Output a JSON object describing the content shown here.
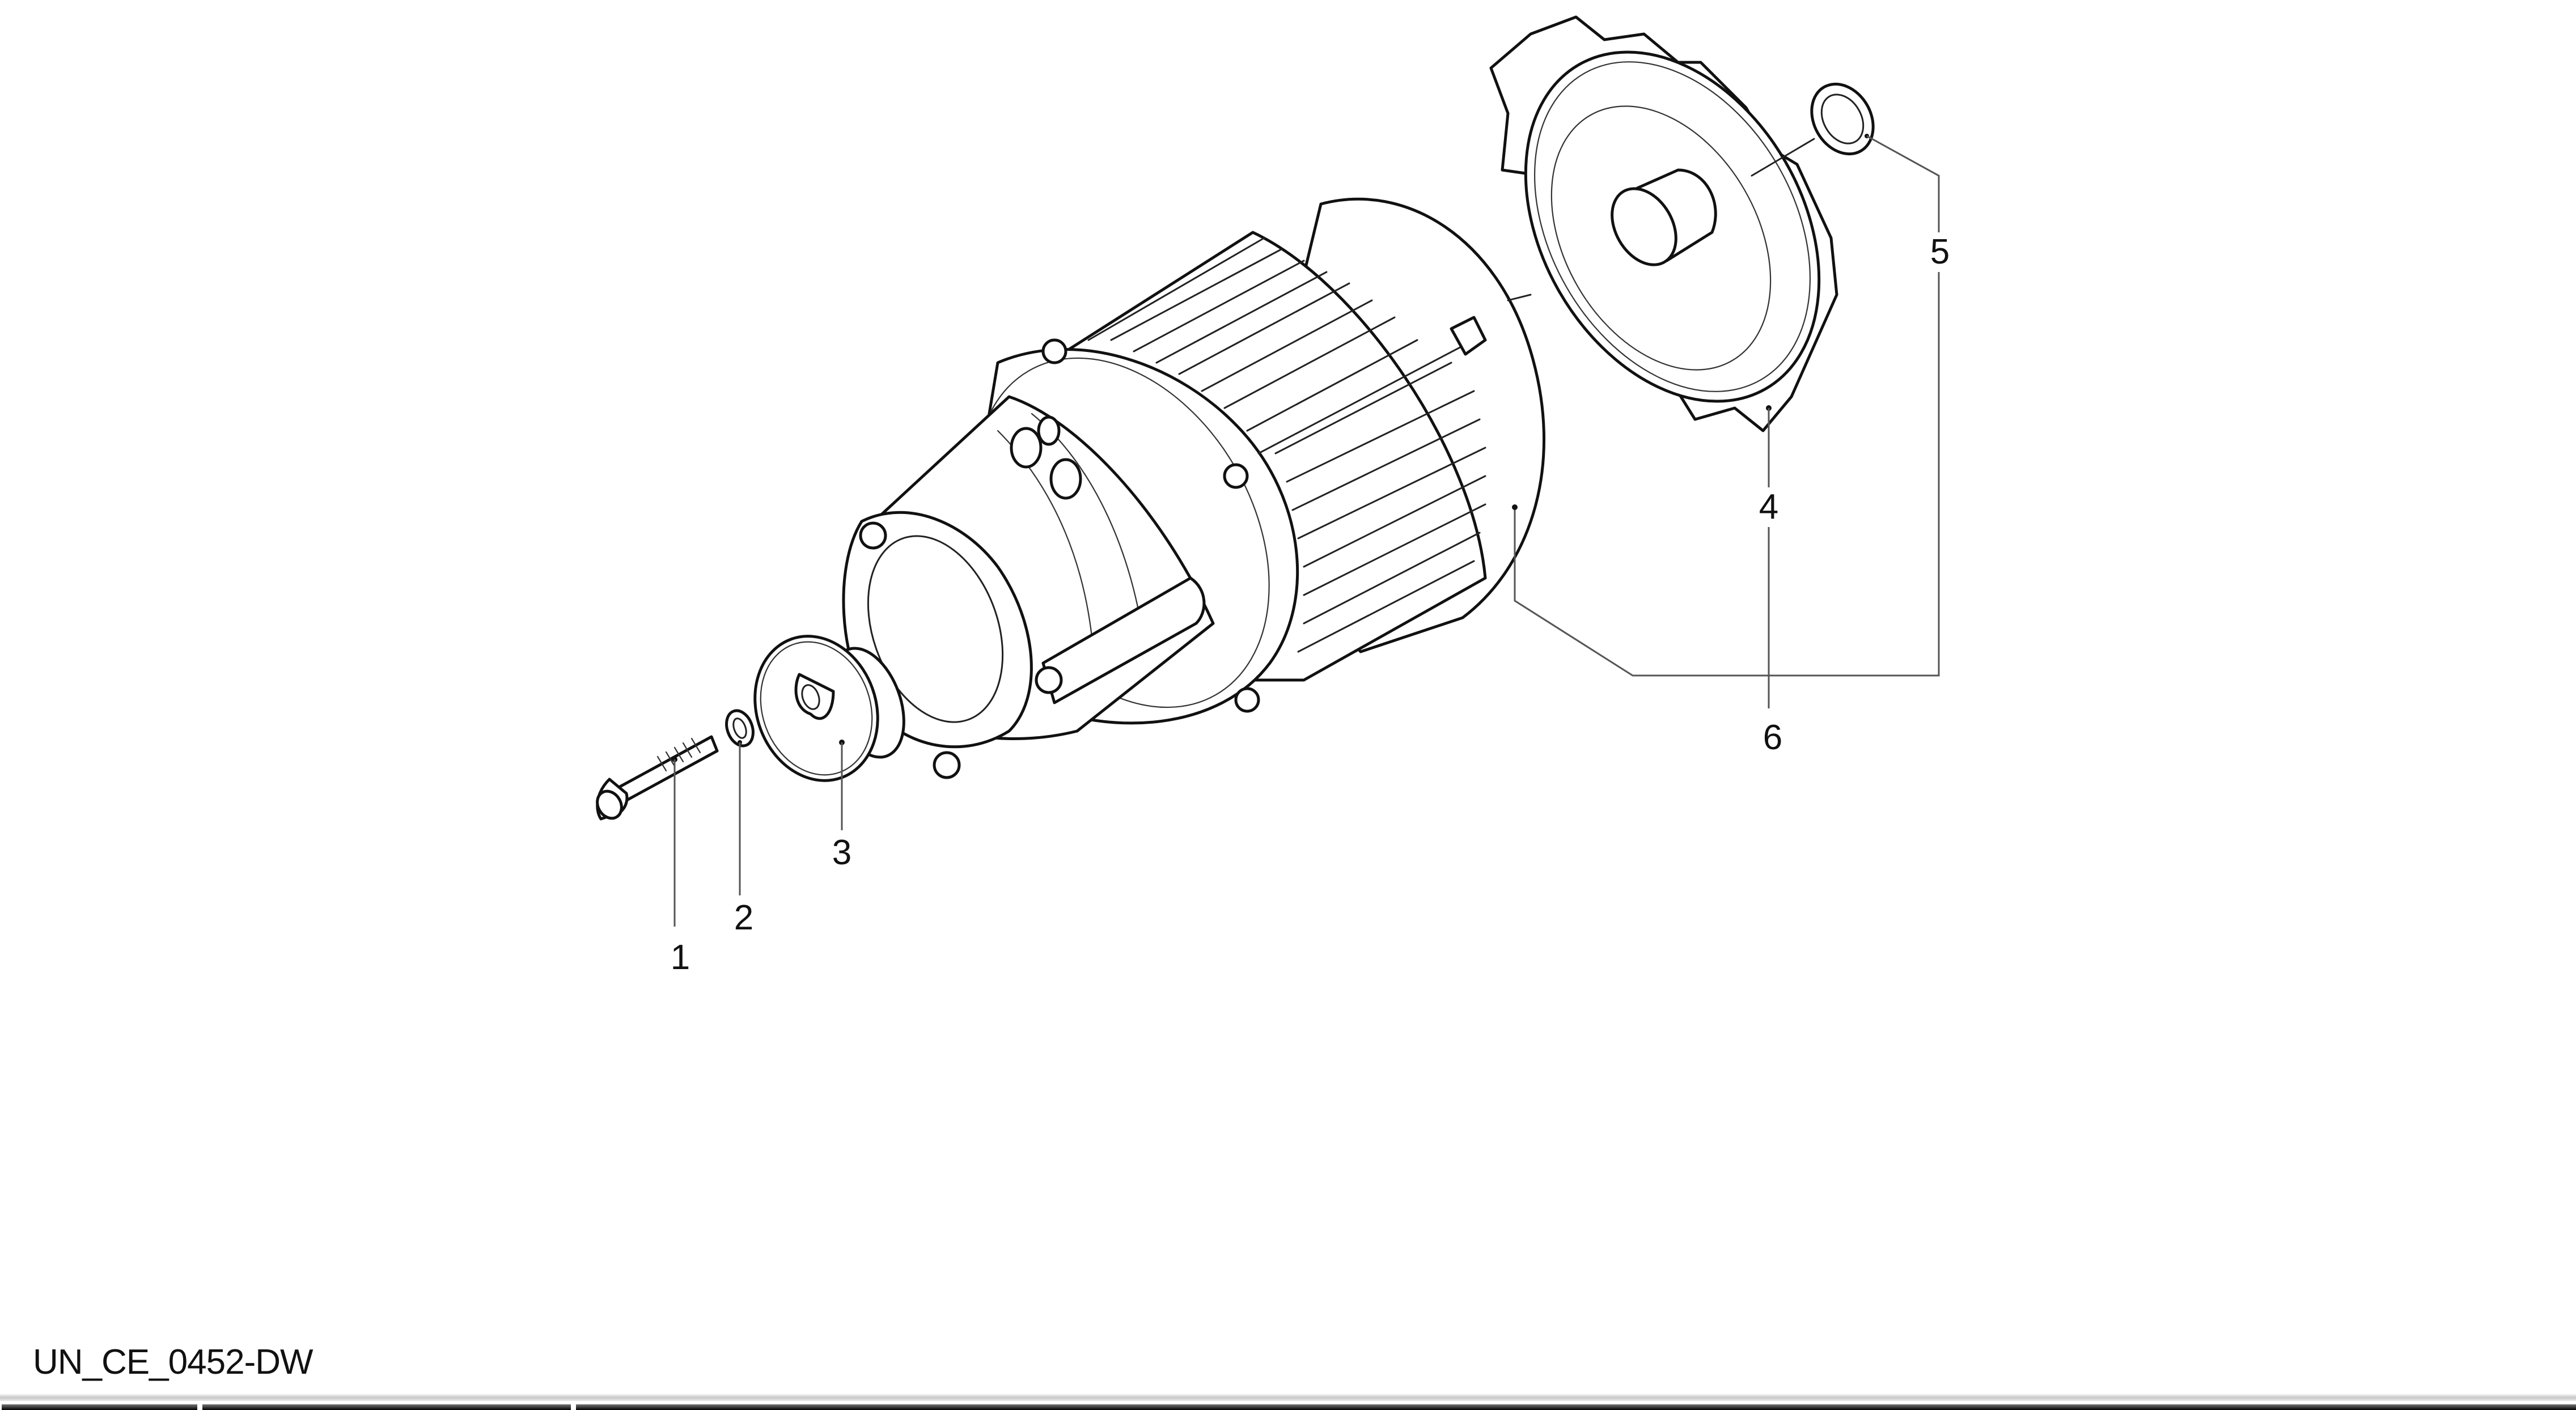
{
  "drawing": {
    "code": "UN_CE_0452-DW",
    "callouts": [
      {
        "id": "1",
        "label": "1",
        "part": "screw"
      },
      {
        "id": "2",
        "label": "2",
        "part": "washer"
      },
      {
        "id": "3",
        "label": "3",
        "part": "cap"
      },
      {
        "id": "4",
        "label": "4",
        "part": "fan"
      },
      {
        "id": "5",
        "label": "5",
        "part": "ring"
      },
      {
        "id": "6",
        "label": "6",
        "part": "motor-assembly"
      }
    ]
  },
  "colors": {
    "line": "#111111",
    "leader": "#555555",
    "background": "#ffffff"
  }
}
